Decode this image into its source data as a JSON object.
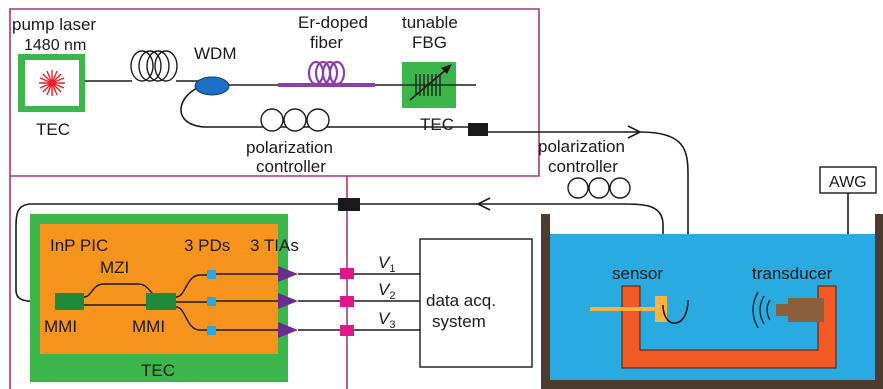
{
  "labels": {
    "pump_laser": "pump laser",
    "wavelength": "1480 nm",
    "tec_pump": "TEC",
    "wdm": "WDM",
    "er_doped_1": "Er-doped",
    "er_doped_2": "fiber",
    "tunable": "tunable",
    "fbg": "FBG",
    "tec_fbg": "TEC",
    "pol_ctrl_top_1": "polarization",
    "pol_ctrl_top_2": "controller",
    "pol_ctrl_right_1": "polarization",
    "pol_ctrl_right_2": "controller",
    "awg": "AWG",
    "inp_pic": "InP PIC",
    "mzi": "MZI",
    "pds": "3 PDs",
    "mmi_left": "MMI",
    "mmi_right": "MMI",
    "tec_pic": "TEC",
    "tias": "3 TIAs",
    "v1": "V",
    "v1_sub": "1",
    "v2": "V",
    "v2_sub": "2",
    "v3": "V",
    "v3_sub": "3",
    "daq_1": "data acq.",
    "daq_2": "system",
    "sensor": "sensor",
    "transducer": "transducer"
  },
  "colors": {
    "enclosure": "#a8357a",
    "tec_green": "#3cb54a",
    "pic_orange": "#f7941d",
    "laser_red": "#e8202a",
    "wdm_blue": "#1b6fc4",
    "erbium_purple": "#8b3fa8",
    "mmi_green": "#1f8a3a",
    "pd_blue": "#29a8e0",
    "tia_purple": "#6a2c91",
    "connector_magenta": "#e0168c",
    "water_blue": "#29abe2",
    "vessel_brown": "#4d3b2f",
    "holder_red": "#f15a24",
    "sensor_orange": "#fbb040",
    "transducer_brown": "#8b5e3c"
  }
}
